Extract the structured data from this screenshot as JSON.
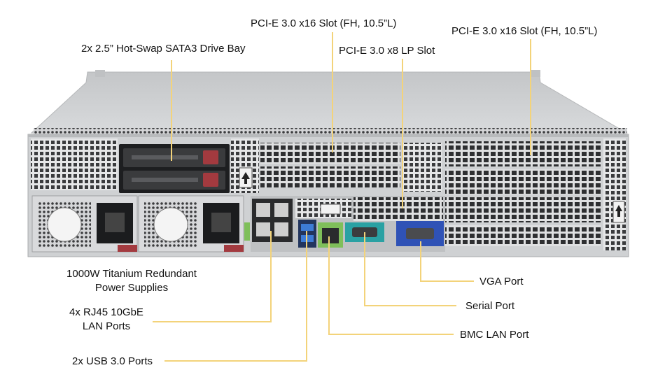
{
  "diagram": {
    "leader_color": "#f3d37a",
    "chassis_color": "#c9cbcd",
    "callouts": [
      {
        "id": "pcie-x16-left",
        "label": "PCI-E 3.0 x16 Slot (FH, 10.5”L)"
      },
      {
        "id": "pcie-x16-right",
        "label": "PCI-E 3.0 x16 Slot (FH, 10.5”L)"
      },
      {
        "id": "pcie-x8",
        "label": "PCI-E 3.0 x8 LP Slot"
      },
      {
        "id": "drive-bay",
        "label": "2x 2.5” Hot-Swap SATA3 Drive Bay"
      },
      {
        "id": "psu-line1",
        "label": "1000W Titanium Redundant"
      },
      {
        "id": "psu-line2",
        "label": "Power Supplies"
      },
      {
        "id": "lan-line1",
        "label": "4x RJ45 10GbE"
      },
      {
        "id": "lan-line2",
        "label": "LAN Ports"
      },
      {
        "id": "usb",
        "label": "2x USB 3.0 Ports"
      },
      {
        "id": "vga",
        "label": "VGA Port"
      },
      {
        "id": "serial",
        "label": "Serial Port"
      },
      {
        "id": "bmc",
        "label": "BMC LAN Port"
      }
    ]
  }
}
